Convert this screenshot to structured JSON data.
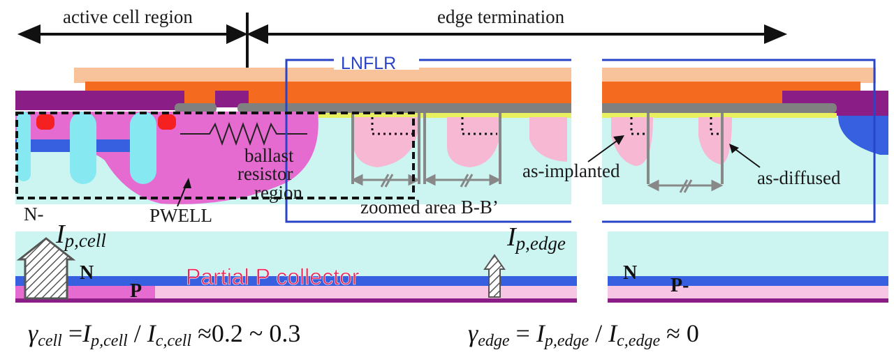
{
  "labels": {
    "active_cell_region": "active cell region",
    "edge_termination": "edge termination",
    "lnflr": "LNFLR",
    "ballast_line1": "ballast",
    "ballast_line2": "resistor",
    "ballast_line3": "region",
    "pwell": "PWELL",
    "n_minus": "N-",
    "as_implanted": "as-implanted",
    "as_diffused": "as-diffused",
    "zoomed_area": "zoomed area B-B’",
    "partial_p_collector": "Partial P collector",
    "n_left": "N",
    "p_left": "P",
    "n_right": "N",
    "p_minus_right": "P-"
  },
  "currents": {
    "cell_I": "I",
    "cell_sub": "p,cell",
    "edge_I": "I",
    "edge_sub": "p,edge"
  },
  "equations": {
    "cell": {
      "gamma": "γ",
      "gamma_sub": "cell",
      "eq": " =",
      "I1": "I",
      "I1_sub": "p,cell",
      "slash": " / ",
      "I2": "I",
      "I2_sub": "c,cell",
      "tail": " ≈0.2 ~ 0.3"
    },
    "edge": {
      "gamma": "γ",
      "gamma_sub": "edge",
      "eq": " = ",
      "I1": "I",
      "I1_sub": "p,edge",
      "slash": " / ",
      "I2": "I",
      "I2_sub": "c,edge",
      "tail": " ≈ 0"
    }
  },
  "colors": {
    "light_cyan": "#ccf5f2",
    "pink": "#f7b8d4",
    "magenta": "#e66bd0",
    "orange": "#f46a1f",
    "peach": "#f8c39a",
    "purple": "#8a1e86",
    "gray_metal": "#808080",
    "yellow": "#e8f060",
    "blue_layer": "#3660e0",
    "lnflr_blue": "#2a44c8",
    "red_text": "#e8285a"
  }
}
